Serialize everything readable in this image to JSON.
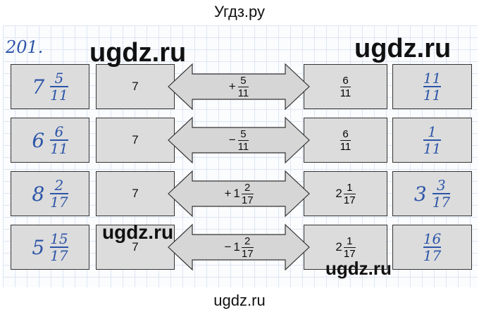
{
  "site_title": "Угдз.ру",
  "task_number": "201.",
  "watermarks": [
    "ugdz.ru",
    "ugdz.ru",
    "ugdz.ru",
    "ugdz.ru",
    "ugdz.ru"
  ],
  "rows": [
    {
      "answer": {
        "whole": "7",
        "num": "5",
        "den": "11"
      },
      "left": "7",
      "op": {
        "sign": "+",
        "whole": "",
        "num": "5",
        "den": "11"
      },
      "right": {
        "whole": "",
        "num": "6",
        "den": "11"
      },
      "result": {
        "whole": "",
        "num": "11",
        "den": "11"
      }
    },
    {
      "answer": {
        "whole": "6",
        "num": "6",
        "den": "11"
      },
      "left": "7",
      "op": {
        "sign": "−",
        "whole": "",
        "num": "5",
        "den": "11"
      },
      "right": {
        "whole": "",
        "num": "6",
        "den": "11"
      },
      "result": {
        "whole": "",
        "num": "1",
        "den": "11"
      }
    },
    {
      "answer": {
        "whole": "8",
        "num": "2",
        "den": "17"
      },
      "left": "7",
      "op": {
        "sign": "+",
        "whole": "1",
        "num": "2",
        "den": "17"
      },
      "right": {
        "whole": "2",
        "num": "1",
        "den": "17"
      },
      "result": {
        "whole": "3",
        "num": "3",
        "den": "17"
      }
    },
    {
      "answer": {
        "whole": "5",
        "num": "15",
        "den": "17"
      },
      "left": "7",
      "op": {
        "sign": "−",
        "whole": "1",
        "num": "2",
        "den": "17"
      },
      "right": {
        "whole": "2",
        "num": "1",
        "den": "17"
      },
      "result": {
        "whole": "",
        "num": "16",
        "den": "17"
      }
    }
  ]
}
